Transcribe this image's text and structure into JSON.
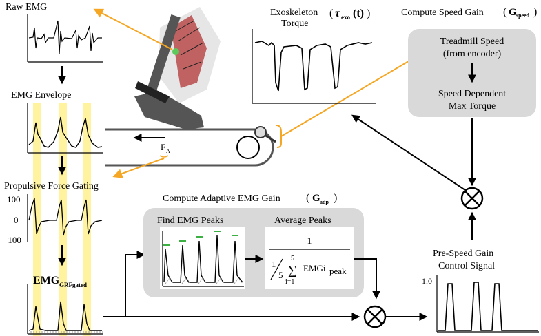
{
  "panels": {
    "raw_emg": "Raw EMG",
    "emg_envelope": "EMG Envelope",
    "force_gating": "Propulsive Force Gating",
    "emg_grf_main": "EMG",
    "emg_grf_sub": "GRFgated",
    "exo_title_1": "Exoskeleton",
    "exo_title_2": "Torque",
    "exo_symbol": "τ",
    "exo_sub": "exo",
    "exo_arg": "(t)",
    "speed_gain_title": "Compute Speed Gain",
    "speed_gain_symbol": "G",
    "speed_gain_sub": "speed",
    "treadmill_speed_1": "Treadmill Speed",
    "treadmill_speed_2": "(from encoder)",
    "speed_max_1": "Speed Dependent",
    "speed_max_2": "Max Torque",
    "adaptive_title": "Compute Adaptive EMG Gain",
    "adaptive_symbol": "G",
    "adaptive_sub": "adp",
    "find_peaks": "Find EMG Peaks",
    "average_peaks": "Average Peaks",
    "formula_num": "1",
    "formula_one": "1",
    "formula_five": "5",
    "formula_sum_top": "5",
    "formula_sum_bottom": "i=1",
    "formula_term": "EMGi",
    "formula_term_sub": "peak",
    "pre_speed_1": "Pre-Speed Gain",
    "pre_speed_2": "Control Signal",
    "pre_speed_tick": "1.0",
    "force_label": "F",
    "force_sub": "A",
    "gating_ticks": [
      "100",
      "0",
      "−100"
    ]
  },
  "colors": {
    "orange_arrow": "#f5a623",
    "gate_highlight": "#fff3a0",
    "box_gray": "#d9d9d9",
    "inner_box": "#ffffff",
    "muscle_red": "#b84a4a",
    "peak_marker": "#3cb043"
  }
}
